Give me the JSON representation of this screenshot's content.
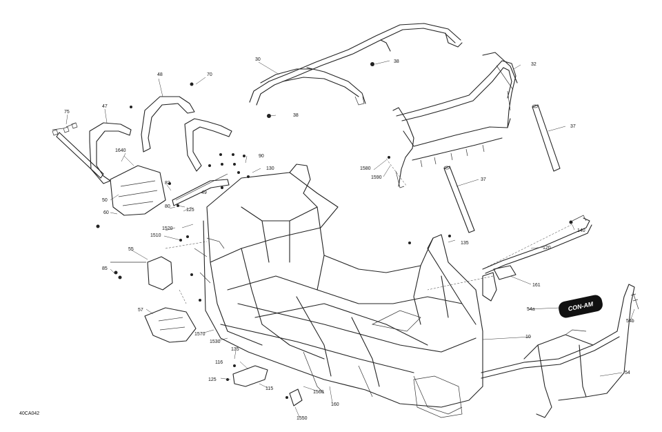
{
  "figure_code": "40CA042",
  "logo_text": "CON-AM",
  "callouts": {
    "c10": "10",
    "c30": "30",
    "c32": "32",
    "c37a": "37",
    "c37b": "37",
    "c38a": "38",
    "c38b": "38",
    "c47": "47",
    "c48": "48",
    "c49": "49",
    "c50": "50",
    "c54": "54",
    "c54a": "54a",
    "c54b": "54b",
    "c55": "55",
    "c57": "57",
    "c60": "60",
    "c70": "70",
    "c75": "75",
    "c80": "80",
    "c82": "82",
    "c85": "85",
    "c90": "90",
    "c115": "115",
    "c116": "116",
    "c120": "120",
    "c125a": "125",
    "c125b": "125",
    "c130": "130",
    "c135a": "135",
    "c135b": "135",
    "c140": "140",
    "c160": "160",
    "c161": "161",
    "c1510": "1510",
    "c1520": "1520",
    "c1530": "1530",
    "c1550": "1550",
    "c1560": "1560",
    "c1570": "1570",
    "c1580": "1580",
    "c1590": "1590",
    "c1640": "1640"
  }
}
